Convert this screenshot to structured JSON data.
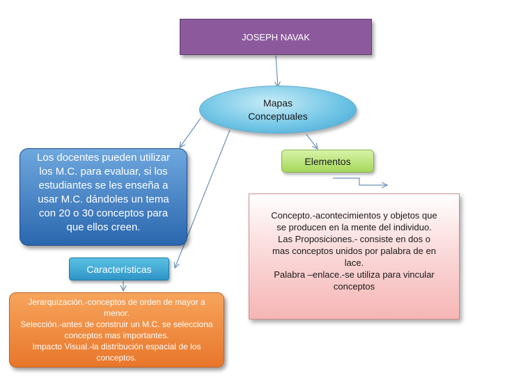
{
  "title": "JOSEPH NAVAK",
  "mapas": [
    "Mapas",
    "Conceptuales"
  ],
  "elementos": "Elementos",
  "docentes": [
    "Los docentes pueden utilizar",
    "los M.C. para evaluar, si los",
    "estudiantes se les enseña a",
    "usar M.C. dándoles un tema",
    "con 20 o 30 conceptos para",
    "que ellos creen."
  ],
  "caracteristicas": "Características",
  "jerarquizacion": [
    "Jerarquización.-conceptos de orden de mayor a",
    "menor.",
    "Selección.-antes de construir un M.C. se selecciona",
    "conceptos mas importantes.",
    "Impacto Visual.-la distribución espacial de los",
    "conceptos."
  ],
  "concepto": [
    "Concepto.-acontecimientos y objetos  que",
    "se producen en la mente del individuo.",
    "Las Proposiciones.- consiste en dos o",
    "mas conceptos unidos por palabra de en",
    "lace.",
    "Palabra –enlace.-se utiliza para vincular",
    "conceptos"
  ],
  "colors": {
    "title_fill": "#8c5a9c",
    "mapas_fill": "#73c6e6",
    "elementos_fill": "#a6d75a",
    "docentes_fill": "#2a67ae",
    "caracteristicas_fill": "#2f95c7",
    "jerarquizacion_fill": "#e8762a",
    "concepto_fill": "#f6b5b5",
    "connector": "#6a8fb8"
  }
}
